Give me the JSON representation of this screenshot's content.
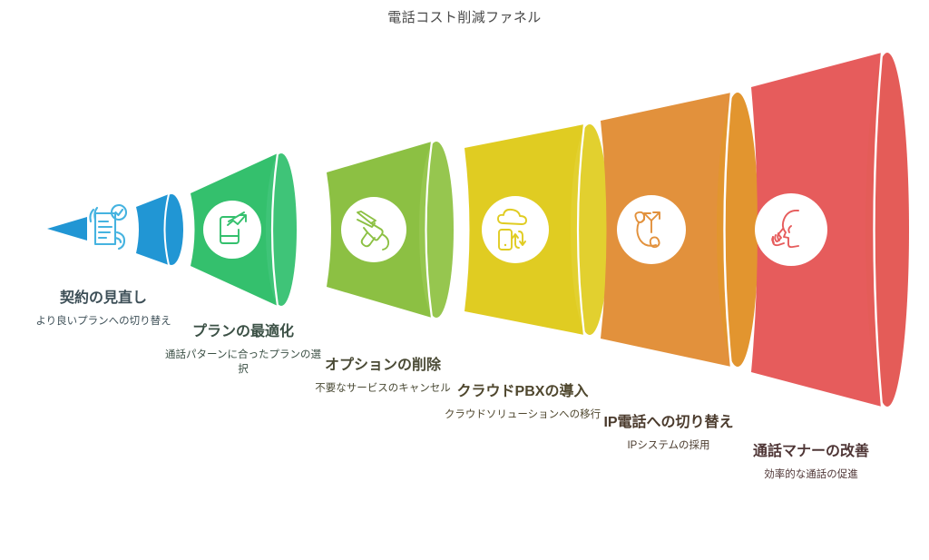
{
  "chart": {
    "title": "電話コスト削減ファネル",
    "type": "funnel"
  },
  "chart_data": {
    "type": "funnel",
    "title": "電話コスト削減ファネル",
    "xlabel": "",
    "ylabel": "",
    "orientation": "horizontal-cone",
    "direction": "right-to-left (widest at right, arrow tip at left)",
    "legend": "none",
    "grid": false,
    "categories": [
      "契約の見直し",
      "プランの最適化",
      "オプションの削除",
      "クラウドPBXの導入",
      "IP電話への切り替え",
      "通話マナーの改善"
    ],
    "values": [
      1,
      2,
      3,
      4,
      5,
      6
    ],
    "stages": [
      {
        "index": 1,
        "title": "契約の見直し",
        "description": "より良いプランへの切り替え",
        "color": "#2196d4",
        "icon": "contract-review-icon",
        "relative_size": 1
      },
      {
        "index": 2,
        "title": "プランの最適化",
        "description": "通話パターンに合ったプランの選択",
        "color": "#34c06d",
        "icon": "phone-growth-icon",
        "relative_size": 2
      },
      {
        "index": 3,
        "title": "オプションの削除",
        "description": "不要なサービスのキャンセル",
        "color": "#8cc043",
        "icon": "pruning-shears-icon",
        "relative_size": 3
      },
      {
        "index": 4,
        "title": "クラウドPBXの導入",
        "description": "クラウドソリューションへの移行",
        "color": "#e0cc22",
        "icon": "cloud-phone-sync-icon",
        "relative_size": 4
      },
      {
        "index": 5,
        "title": "IP電話への切り替え",
        "description": "IPシステムの採用",
        "color": "#e2913c",
        "icon": "handset-branch-arrows-icon",
        "relative_size": 5
      },
      {
        "index": 6,
        "title": "通話マナーの改善",
        "description": "効率的な通話の促進",
        "color": "#e65c5c",
        "icon": "speaking-etiquette-icon",
        "relative_size": 6
      }
    ],
    "colors": {
      "stage1": "#2196d4",
      "stage2": "#34c06d",
      "stage3": "#8cc043",
      "stage4": "#e0cc22",
      "stage5": "#e2913c",
      "stage6": "#e65c5c",
      "background": "#ffffff",
      "title_text": "#4a4a4a"
    },
    "label_colors": {
      "stage1": "#3d4f57",
      "stage2": "#3b5045",
      "stage3": "#4a4a35",
      "stage4": "#4f472e",
      "stage5": "#4a3a2c",
      "stage6": "#4f3636"
    }
  }
}
